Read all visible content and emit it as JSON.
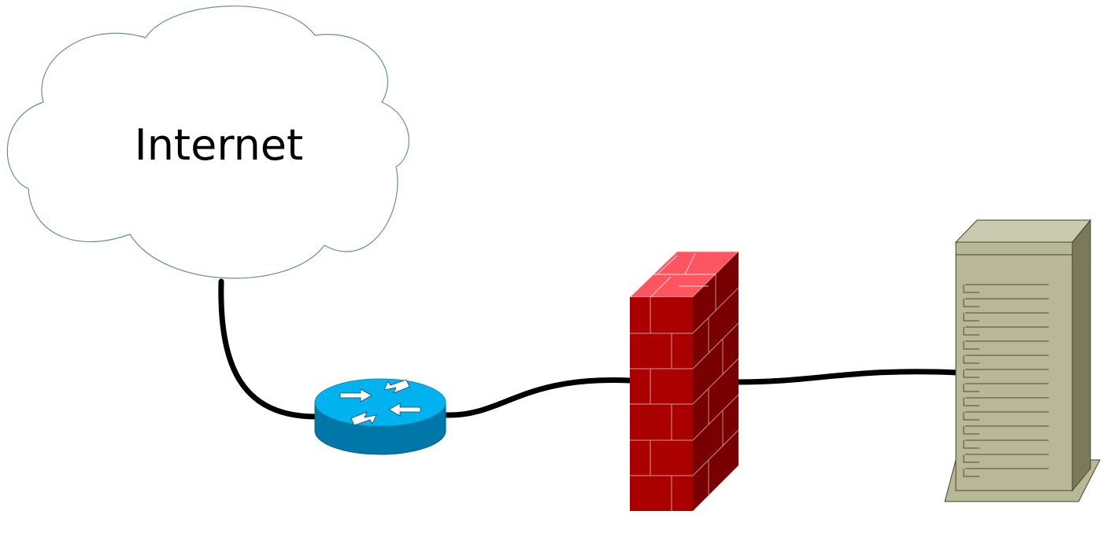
{
  "diagram": {
    "cloud_label": "Internet",
    "nodes": [
      {
        "id": "internet",
        "kind": "cloud",
        "icon": "cloud-icon"
      },
      {
        "id": "router",
        "kind": "router",
        "icon": "router-icon"
      },
      {
        "id": "firewall",
        "kind": "firewall",
        "icon": "firewall-icon"
      },
      {
        "id": "server",
        "kind": "server",
        "icon": "server-tower-icon"
      }
    ],
    "links": [
      {
        "from": "internet",
        "to": "router"
      },
      {
        "from": "router",
        "to": "firewall"
      },
      {
        "from": "firewall",
        "to": "server"
      }
    ]
  },
  "colors": {
    "cloud_fill": "#ffffff",
    "cloud_stroke": "#6e8f8f",
    "cable": "#000000",
    "router_top": "#00b2ee",
    "router_side": "#0077a8",
    "firewall_front": "#aa0000",
    "firewall_top": "#ff5560",
    "firewall_side": "#780000",
    "server_front": "#b8b898",
    "server_top": "#cacab0",
    "server_side": "#7a7a5a"
  }
}
